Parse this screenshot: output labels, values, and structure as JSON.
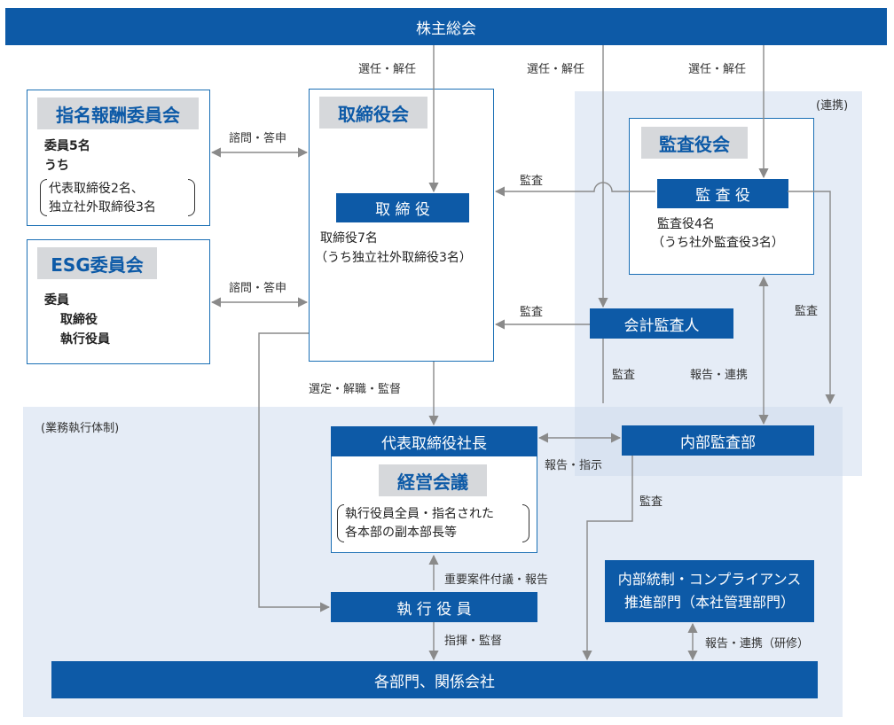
{
  "top_bar": "株主総会",
  "bottom_bar": "各部門、関係会社",
  "nominating": {
    "title": "指名報酬委員会",
    "lines": [
      "委員5名",
      "うち"
    ],
    "paren_lines": [
      "代表取締役2名、",
      "独立社外取締役3名"
    ]
  },
  "esg": {
    "title": "ESG委員会",
    "line1": "委員",
    "line2": "取締役",
    "line3": "執行役員"
  },
  "board": {
    "title": "取締役会",
    "inner": "取 締 役",
    "line1": "取締役7名",
    "line2": "（うち独立社外取締役3名）"
  },
  "audit_board": {
    "title": "監査役会",
    "inner": "監 査 役",
    "line1": "監査役4名",
    "line2": "（うち社外監査役3名）"
  },
  "accounting_auditor": "会計監査人",
  "president": "代表取締役社長",
  "mgmt_meeting": {
    "title": "経営会議",
    "paren_lines": [
      "執行役員全員・指名された",
      "各本部の副本部長等"
    ]
  },
  "internal_audit": "内部監査部",
  "executive_officers": "執 行 役 員",
  "compliance": {
    "line1": "内部統制・コンプライアンス",
    "line2": "推進部門（本社管理部門）"
  },
  "zones": {
    "renkei": "(連携)",
    "gyomu": "(業務執行体制)"
  },
  "labels": {
    "elect1": "選任・解任",
    "elect2": "選任・解任",
    "elect3": "選任・解任",
    "consult1": "諮問・答申",
    "consult2": "諮問・答申",
    "audit_board_to_board": "監査",
    "accountant_to_board": "監査",
    "accountant_down": "監査",
    "report_cooperate": "報告・連携",
    "audit_right": "監査",
    "appoint": "選定・解職・監督",
    "report_instruct": "報告・指示",
    "audit_internal": "監査",
    "important": "重要案件付議・報告",
    "command": "指揮・監督",
    "report_training": "報告・連携（研修）"
  }
}
